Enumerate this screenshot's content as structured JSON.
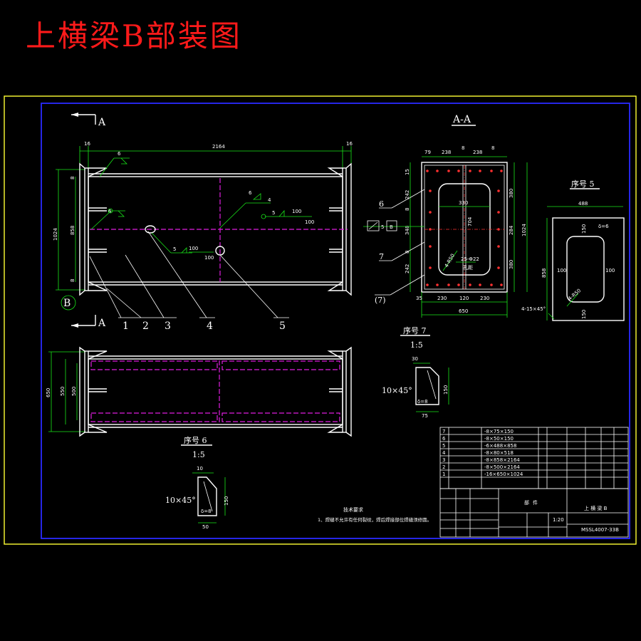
{
  "title": "上横梁B部装图",
  "colors": {
    "background": "#000000",
    "frame_outer": "#ffff33",
    "frame_inner": "#2a2aff",
    "title": "#ff1a1a",
    "outline": "#ffffff",
    "dimension": "#19e619",
    "hidden": "#e01ee0"
  },
  "main_view": {
    "section_marks": [
      "A",
      "A"
    ],
    "detail_mark": "B",
    "dim_top": [
      "16",
      "2164",
      "16"
    ],
    "dim_left": [
      "1024",
      "858",
      "8",
      "8"
    ],
    "weld": [
      "6",
      "6",
      "5",
      "5",
      "100",
      "100",
      "6",
      "4",
      "5",
      "100",
      "100"
    ],
    "leaders": [
      "1",
      "2",
      "3",
      "4",
      "5"
    ]
  },
  "section_view": {
    "title": "A-A",
    "dim_top": [
      "79",
      "238",
      "8",
      "238",
      "8"
    ],
    "dim_left": [
      "15",
      "242",
      "8",
      "348",
      "8",
      "242"
    ],
    "dim_right": [
      "380",
      "284",
      "380",
      "1024"
    ],
    "inner": [
      "330",
      "704",
      "4-R50",
      "25-Φ22",
      "孔距"
    ],
    "dim_bottom": [
      "35",
      "230",
      "120",
      "230",
      "650"
    ],
    "leaders": [
      "6",
      "7",
      "(7)"
    ],
    "detail_mark": [
      "5",
      "B"
    ]
  },
  "part5": {
    "title": "序号 5",
    "dims": [
      "488",
      "858",
      "100",
      "100",
      "150",
      "150",
      "δ=6",
      "4-R50",
      "4-15×45°"
    ]
  },
  "part7": {
    "title": "序号 7",
    "scale": "1:5",
    "dims": [
      "30",
      "10×45°",
      "150",
      "75",
      "δ=8"
    ]
  },
  "part6": {
    "title": "序号 6",
    "scale": "1:5",
    "dims": [
      "10",
      "10×45°",
      "150",
      "50",
      "δ=8"
    ]
  },
  "bottom_view": {
    "dims": [
      "650",
      "550",
      "500"
    ]
  },
  "notes": {
    "title": "技术要求",
    "line1": "1、焊缝不允许有任何裂纹，焊后焊接部位焊缝须修圆。"
  },
  "parts_table": [
    {
      "no": "7",
      "spec": "-8×75×150"
    },
    {
      "no": "6",
      "spec": "-8×50×150"
    },
    {
      "no": "5",
      "spec": "-6×488×858"
    },
    {
      "no": "4",
      "spec": "-8×80×518"
    },
    {
      "no": "3",
      "spec": "-8×858×2164"
    },
    {
      "no": "2",
      "spec": "-8×500×2164"
    },
    {
      "no": "1",
      "spec": "-16×650×1024"
    }
  ],
  "title_block": {
    "name": "上 横 梁 B",
    "code": "MSSL4007-33B",
    "labels": [
      "部",
      "件"
    ],
    "scale": "1:20"
  }
}
